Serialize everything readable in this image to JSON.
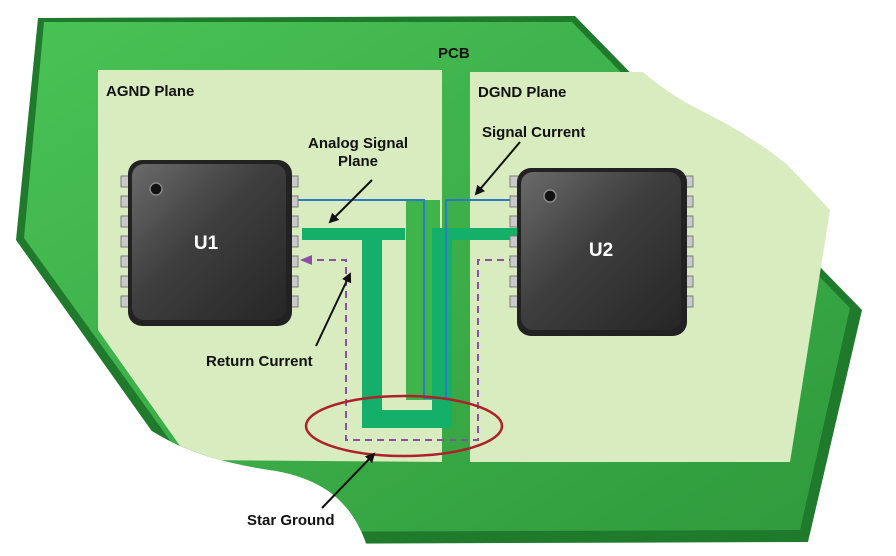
{
  "labels": {
    "pcb": "PCB",
    "agnd_plane": "AGND Plane",
    "dgnd_plane": "DGND Plane",
    "analog_signal_plane_line1": "Analog Signal",
    "analog_signal_plane_line2": "Plane",
    "signal_current": "Signal Current",
    "return_current": "Return Current",
    "star_ground": "Star Ground"
  },
  "chips": {
    "u1": "U1",
    "u2": "U2"
  },
  "colors": {
    "board_green": "#3fb44a",
    "board_edge": "#1f7a2c",
    "plane_fill": "#d8ecc0",
    "trace_green": "#14b069",
    "signal_line": "#2b7bc8",
    "return_line": "#8b4fa8",
    "star_ellipse": "#b0202a",
    "chip_body": "#3c3c3c"
  }
}
